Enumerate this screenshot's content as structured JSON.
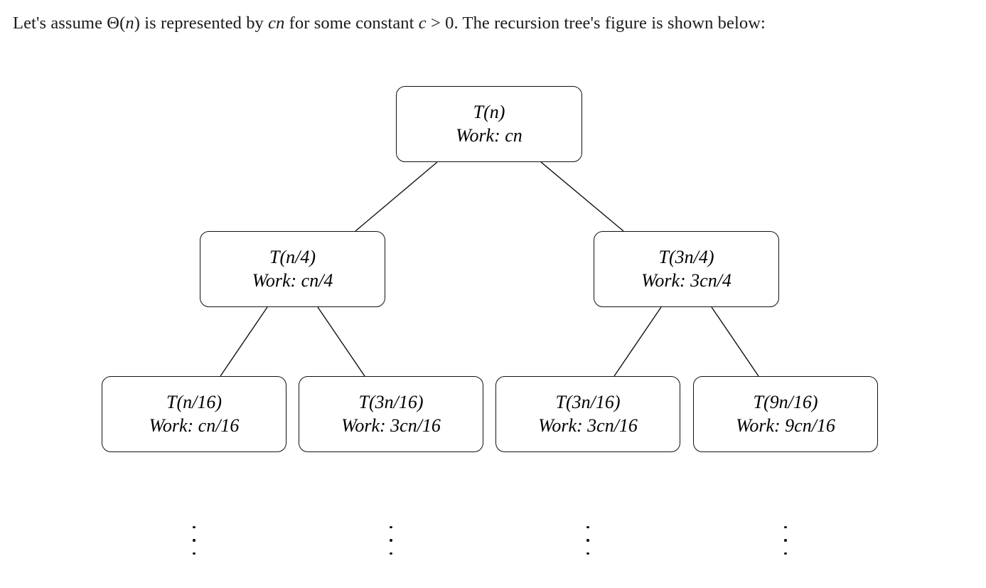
{
  "intro": {
    "segments": [
      {
        "text": "Let's assume ",
        "style": "up"
      },
      {
        "text": "Θ(",
        "style": "up"
      },
      {
        "text": "n",
        "style": "it"
      },
      {
        "text": ")",
        "style": "up"
      },
      {
        "text": " is represented by ",
        "style": "up"
      },
      {
        "text": "cn",
        "style": "it"
      },
      {
        "text": " for some constant ",
        "style": "up"
      },
      {
        "text": "c",
        "style": "it"
      },
      {
        "text": " > 0. The recursion tree's figure is shown below:",
        "style": "up"
      }
    ],
    "full_text": "Let's assume Θ(n) is represented by cn for some constant c > 0. The recursion tree's figure is shown below:"
  },
  "diagram": {
    "title": "recursion-tree",
    "work_label": "Work:",
    "levels": [
      {
        "level": 0,
        "nodes": [
          {
            "id": "root",
            "call": "T(n)",
            "work": "Work:  cn",
            "work_value": "cn"
          }
        ]
      },
      {
        "level": 1,
        "nodes": [
          {
            "id": "l2-0",
            "call": "T(n/4)",
            "work": "Work:  cn/4",
            "work_value": "cn/4"
          },
          {
            "id": "l2-1",
            "call": "T(3n/4)",
            "work": "Work:  3cn/4",
            "work_value": "3cn/4"
          }
        ]
      },
      {
        "level": 2,
        "nodes": [
          {
            "id": "l3-0",
            "call": "T(n/16)",
            "work": "Work:  cn/16",
            "work_value": "cn/16"
          },
          {
            "id": "l3-1",
            "call": "T(3n/16)",
            "work": "Work:  3cn/16",
            "work_value": "3cn/16"
          },
          {
            "id": "l3-2",
            "call": "T(3n/16)",
            "work": "Work:  3cn/16",
            "work_value": "3cn/16"
          },
          {
            "id": "l3-3",
            "call": "T(9n/16)",
            "work": "Work:  9cn/16",
            "work_value": "9cn/16"
          }
        ]
      }
    ],
    "continuation": {
      "symbol": "⋮",
      "count": 4,
      "meaning": "vertical-dots-recursion-continues"
    },
    "edges": [
      {
        "from": "root",
        "to": "l2-0"
      },
      {
        "from": "root",
        "to": "l2-1"
      },
      {
        "from": "l2-0",
        "to": "l3-0"
      },
      {
        "from": "l2-0",
        "to": "l3-1"
      },
      {
        "from": "l2-1",
        "to": "l3-2"
      },
      {
        "from": "l2-1",
        "to": "l3-3"
      }
    ],
    "colors": {
      "stroke": "#111111",
      "background": "#ffffff",
      "text": "#000000"
    }
  }
}
